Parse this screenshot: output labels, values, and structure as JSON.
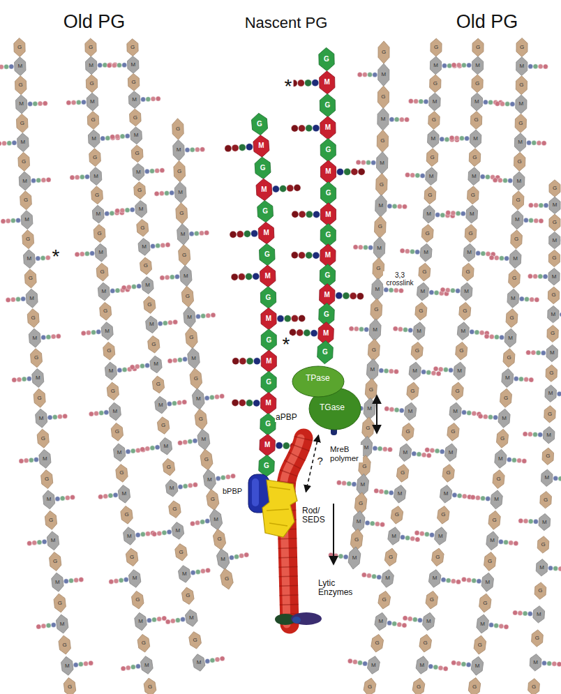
{
  "diagram": {
    "nodes": [
      {
        "text": [
          "TPase",
          "TGase",
          "aPBP"
        ]
      },
      {
        "text": [
          "MreB polymer"
        ]
      },
      {
        "text": [
          "bPBP"
        ]
      },
      {
        "text": [
          "Rod/ SEDS"
        ]
      },
      {
        "text": [
          "Lytic Enzymes"
        ]
      }
    ],
    "edges": [
      {
        "from": 0,
        "to": 1,
        "label": "?",
        "arrow": "both"
      }
    ],
    "labels": [
      "Old PG",
      "Nascent PG",
      "Old PG",
      "*",
      "*",
      "3,3 crosslink",
      "*",
      "G",
      "M",
      "G",
      "M",
      "G",
      "M",
      "G",
      "M",
      "G",
      "M",
      "G",
      "M",
      "G",
      "M",
      "G",
      "M",
      "G",
      "M",
      "G",
      "M",
      "G",
      "M",
      "G",
      "M",
      "G",
      "M",
      "G",
      "M",
      "G",
      "M",
      "G",
      "M",
      "G",
      "G",
      "M",
      "G",
      "M",
      "G",
      "M",
      "G",
      "M",
      "G",
      "M",
      "G",
      "M",
      "G",
      "M",
      "G",
      "M",
      "G",
      "M",
      "G",
      "M",
      "G",
      "M",
      "G",
      "M",
      "G",
      "M",
      "G",
      "M",
      "G",
      "M",
      "G",
      "M",
      "G",
      "G",
      "M",
      "G",
      "M",
      "G",
      "M",
      "G",
      "M",
      "G",
      "M",
      "G",
      "M",
      "G",
      "M",
      "G",
      "M",
      "G",
      "M",
      "G",
      "M",
      "G",
      "M",
      "G",
      "M",
      "G",
      "M",
      "G",
      "M",
      "G",
      "M",
      "G",
      "M",
      "G",
      "M",
      "G",
      "M",
      "G",
      "M",
      "G",
      "M",
      "G",
      "M",
      "G",
      "M",
      "G",
      "M",
      "G",
      "M",
      "G",
      "M",
      "G",
      "M",
      "G",
      "M",
      "G",
      "G",
      "M",
      "G",
      "M",
      "G",
      "M",
      "G",
      "M",
      "G",
      "M",
      "G",
      "M",
      "G",
      "M",
      "G",
      "M",
      "G",
      "G",
      "M",
      "G",
      "M",
      "G",
      "M",
      "G",
      "M",
      "G",
      "M",
      "G",
      "M",
      "G",
      "M",
      "G",
      "G",
      "M",
      "G",
      "M",
      "G",
      "M",
      "G",
      "M",
      "G",
      "M",
      "G",
      "M",
      "G",
      "M",
      "G",
      "M",
      "G",
      "M",
      "G",
      "M",
      "G",
      "M",
      "G",
      "M",
      "G",
      "M",
      "G",
      "M",
      "G",
      "M",
      "G",
      "M",
      "G",
      "M",
      "G",
      "M",
      "G",
      "M",
      "G",
      "M",
      "G",
      "M",
      "G",
      "M",
      "G",
      "M",
      "G",
      "M",
      "G",
      "M",
      "G",
      "M",
      "G",
      "M",
      "G",
      "M",
      "G",
      "M",
      "G",
      "G",
      "M",
      "G",
      "M",
      "G",
      "M",
      "G",
      "M",
      "G",
      "M",
      "G",
      "M",
      "G",
      "M",
      "G",
      "M",
      "G",
      "M",
      "G",
      "M",
      "G",
      "M",
      "G",
      "M",
      "G",
      "M",
      "G",
      "M",
      "G",
      "M",
      "G",
      "M",
      "G",
      "G",
      "M",
      "G",
      "M",
      "G",
      "M",
      "G",
      "M",
      "G",
      "M",
      "G",
      "M",
      "G",
      "M",
      "G",
      "M",
      "G",
      "M",
      "G",
      "M",
      "G",
      "M",
      "G",
      "M",
      "G",
      "M",
      "G",
      "M",
      "G",
      "M",
      "G",
      "M",
      "G",
      "G",
      "M",
      "G",
      "M",
      "G",
      "M",
      "G",
      "M",
      "G",
      "M",
      "G",
      "M",
      "G",
      "M",
      "G",
      "M",
      "G",
      "M",
      "G",
      "M",
      "G",
      "M",
      "G",
      "M",
      "G"
    ]
  }
}
